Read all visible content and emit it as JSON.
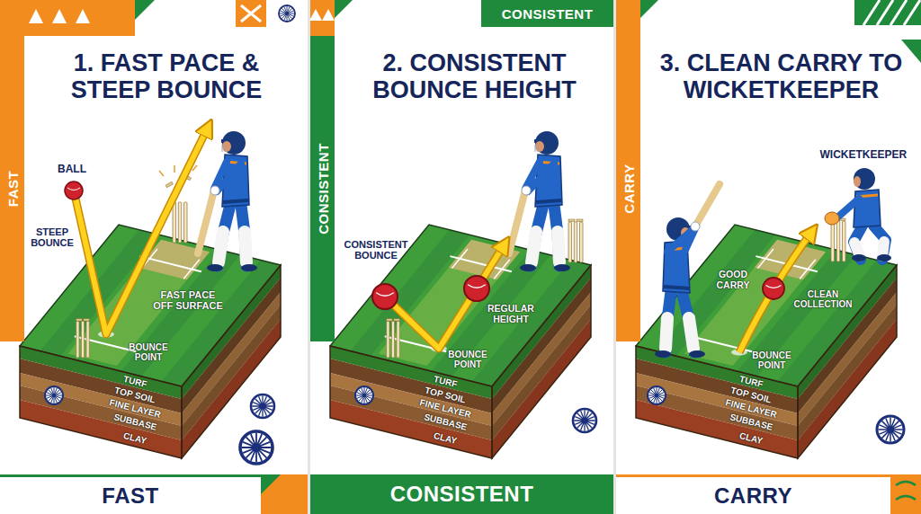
{
  "diagram": {
    "nodes": [
      {
        "text": [
          "1. FAST PACE & STEEP BOUNCE"
        ]
      },
      {
        "text": [
          "FAST"
        ],
        "in": 0
      },
      {
        "text": [
          "FAST"
        ],
        "in": 0
      },
      {
        "text": [
          "2. CONSISTENT BOUNCE HEIGHT"
        ]
      },
      {
        "text": [
          "CONSISTENT"
        ],
        "in": 3
      },
      {
        "text": [
          "CONSISTENT"
        ],
        "in": 3
      },
      {
        "text": [
          "CONSISTENT"
        ],
        "in": 3
      },
      {
        "text": [
          "3. CLEAN CARRY TO WICKETKEEPER"
        ]
      },
      {
        "text": [
          "CARRY"
        ],
        "in": 7
      },
      {
        "text": [
          "CARRY"
        ],
        "in": 7
      }
    ],
    "labels": [
      "BALL",
      "STEEP BOUNCE",
      "FAST PACE OFF SURFACE",
      "BOUNCE POINT",
      "TURF",
      "TOP SOIL",
      "FINE LAYER",
      "SUBBASE",
      "CLAY",
      "CONSISTENT BOUNCE",
      "REGULAR HEIGHT",
      "BOUNCE POINT",
      "TURF",
      "TOP SOIL",
      "FINE LAYER",
      "SUBBASE",
      "CLAY",
      "WICKETKEEPER",
      "GOOD CARRY",
      "CLEAN COLLECTION",
      "BOUNCE POINT",
      "TURF",
      "TOP SOIL",
      "FINE LAYER",
      "SUBBASE",
      "CLAY"
    ]
  }
}
